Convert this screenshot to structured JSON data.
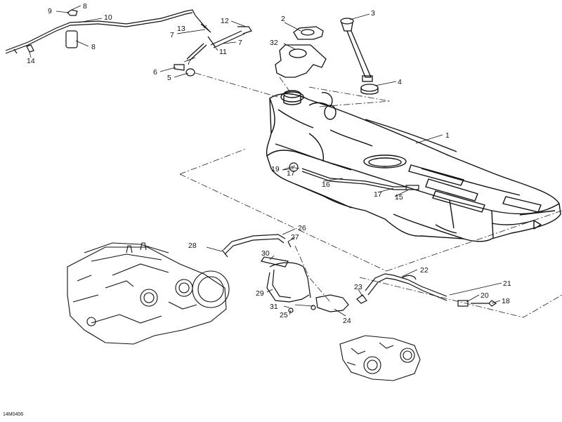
{
  "diagram": {
    "reference_code": "14M0406",
    "callouts": [
      {
        "id": "c1",
        "label": "1"
      },
      {
        "id": "c2",
        "label": "2"
      },
      {
        "id": "c3",
        "label": "3"
      },
      {
        "id": "c4",
        "label": "4"
      },
      {
        "id": "c5",
        "label": "5"
      },
      {
        "id": "c6",
        "label": "6"
      },
      {
        "id": "c7a",
        "label": "7"
      },
      {
        "id": "c7b",
        "label": "7"
      },
      {
        "id": "c7c",
        "label": "7"
      },
      {
        "id": "c8a",
        "label": "8"
      },
      {
        "id": "c8b",
        "label": "8"
      },
      {
        "id": "c9",
        "label": "9"
      },
      {
        "id": "c10",
        "label": "10"
      },
      {
        "id": "c11",
        "label": "11"
      },
      {
        "id": "c12",
        "label": "12"
      },
      {
        "id": "c13",
        "label": "13"
      },
      {
        "id": "c14",
        "label": "14"
      },
      {
        "id": "c15",
        "label": "15"
      },
      {
        "id": "c16",
        "label": "16"
      },
      {
        "id": "c17a",
        "label": "17"
      },
      {
        "id": "c17b",
        "label": "17"
      },
      {
        "id": "c18",
        "label": "18"
      },
      {
        "id": "c19",
        "label": "19"
      },
      {
        "id": "c20",
        "label": "20"
      },
      {
        "id": "c21",
        "label": "21"
      },
      {
        "id": "c22",
        "label": "22"
      },
      {
        "id": "c23",
        "label": "23"
      },
      {
        "id": "c24",
        "label": "24"
      },
      {
        "id": "c25",
        "label": "25"
      },
      {
        "id": "c26",
        "label": "26"
      },
      {
        "id": "c27",
        "label": "27"
      },
      {
        "id": "c28",
        "label": "28"
      },
      {
        "id": "c29",
        "label": "29"
      },
      {
        "id": "c30",
        "label": "30"
      },
      {
        "id": "c31",
        "label": "31"
      },
      {
        "id": "c32",
        "label": "32"
      }
    ]
  }
}
